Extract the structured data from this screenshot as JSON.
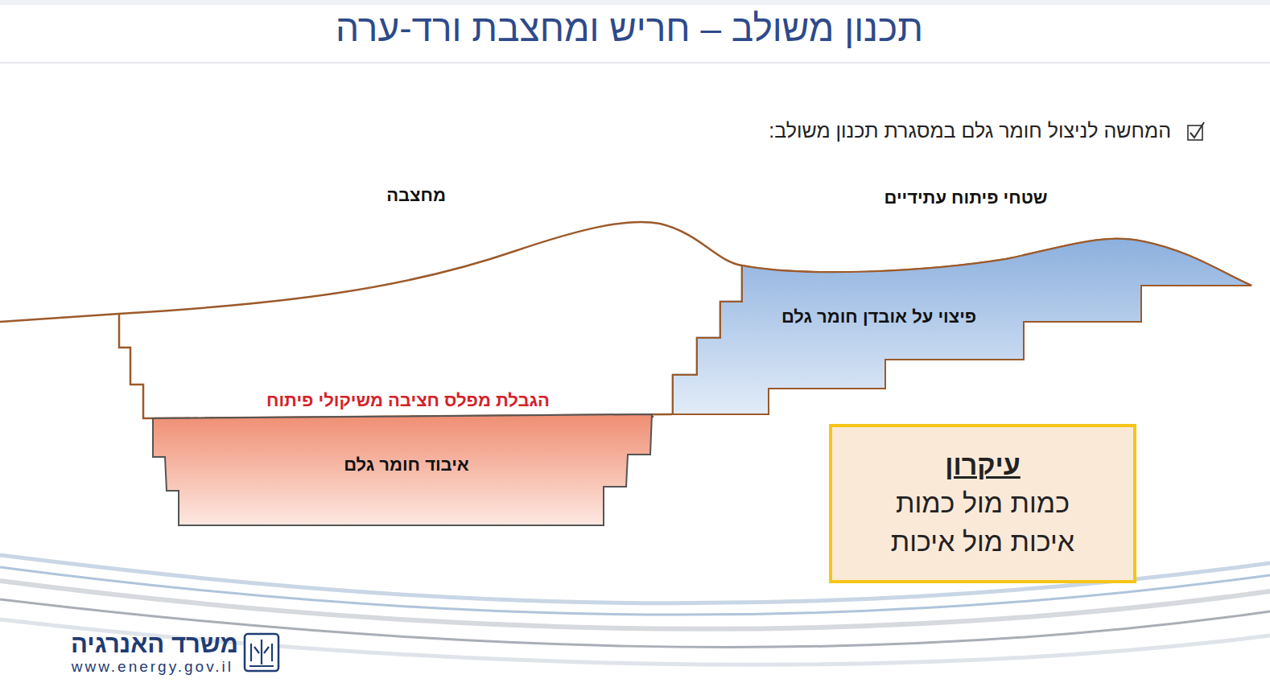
{
  "diagram": {
    "title": "תכנון משולב – חריש ומחצבת ורד-ערה",
    "nodes": [
      {
        "text": [
          "איבוד חומר גלם"
        ]
      },
      {
        "text": [
          "פיצוי על אובדן חומר גלם"
        ]
      },
      {
        "text": [
          "עיקרון",
          "כמות מול כמות איכות מול איכות"
        ]
      }
    ],
    "labels": [
      "המחשה לניצול חומר גלם במסגרת תכנון משולב:",
      "מחצבה",
      "שטחי פיתוח עתידיים",
      "הגבלת מפלס חציבה משיקולי פיתוח",
      "משרד האנרגיה",
      "www.energy.gov.il"
    ]
  }
}
